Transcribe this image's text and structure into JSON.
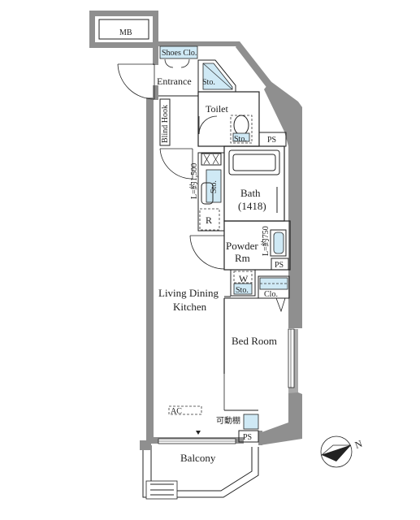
{
  "labels": {
    "mb": "MB",
    "shoes_clo": "Shoes Clo.",
    "entrance": "Entrance",
    "sto_entrance": "Sto.",
    "toilet": "Toilet",
    "sto_toilet": "Sto.",
    "ps_toilet": "PS",
    "blind_hook": "Blind Hook",
    "l_1500": "L=約1,500",
    "sto_kitchen": "Sto.",
    "r": "R",
    "bath_line1": "Bath",
    "bath_line2": "(1418)",
    "l_750": "L=約750",
    "powder_line1": "Powder",
    "powder_line2": "Rm",
    "ps_powder": "PS",
    "w": "W",
    "sto_w": "Sto.",
    "clo": "Clo.",
    "ldk_line1": "Living Dining",
    "ldk_line2": "Kitchen",
    "bed_room": "Bed Room",
    "ac": "AC",
    "kadou_dana": "可動棚",
    "ps_bottom": "PS",
    "balcony": "Balcony",
    "north": "N"
  },
  "colors": {
    "wall": "#8f8f8f",
    "storage_fill": "#cfe9f5"
  }
}
